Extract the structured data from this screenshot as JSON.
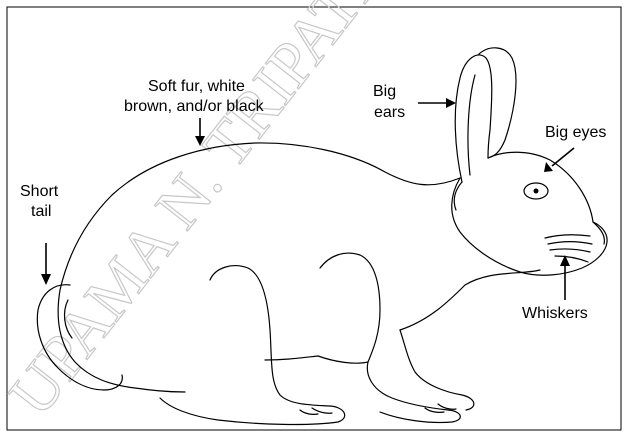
{
  "labels": {
    "fur_line1": "Soft fur, white",
    "fur_line2": "brown, and/or black",
    "ears_line1": "Big",
    "ears_line2": "ears",
    "eyes": "Big eyes",
    "tail_line1": "Short",
    "tail_line2": "tail",
    "whiskers": "Whiskers"
  },
  "watermark": "UPAMA N. TRIPATHI"
}
